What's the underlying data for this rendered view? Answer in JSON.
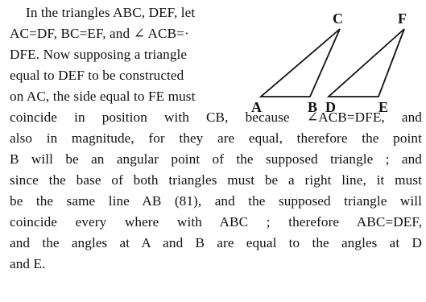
{
  "text": {
    "lines": [
      "In the triangles ABC, DEF, let",
      "AC=DF, BC=EF, and ∠ ACB=·",
      "DFE.  Now supposing a triangle",
      "equal to DEF to be constructed",
      "on AC, the side equal to FE must",
      "coincide in position with CB, because ∠ACB=DFE, and",
      "also in magnitude, for they are equal, therefore the point",
      "B will be an angular point of the supposed triangle ; and",
      "since the base of both triangles must be a right line, it must",
      "be the same line AB (81), and the supposed triangle will",
      "coincide every where with ABC ;  therefore ABC=DEF,",
      "and the angles at A and B are equal to the angles at D",
      "and E."
    ]
  },
  "figure": {
    "labels": {
      "C": "C",
      "F": "F",
      "A": "A",
      "B": "B",
      "D": "D",
      "E": "E"
    }
  }
}
